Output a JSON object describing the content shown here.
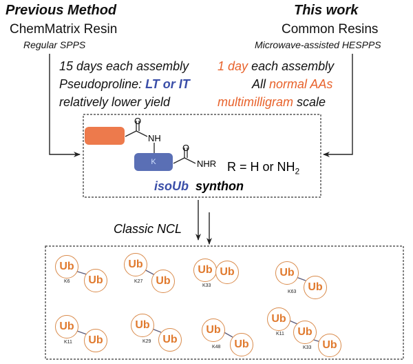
{
  "previous": {
    "title": "Previous Method",
    "resin": "ChemMatrix Resin",
    "method": "Regular SPPS",
    "line1": "15 days each assembly",
    "line2_prefix": "Pseudoproline:",
    "line2_highlight": "LT or IT",
    "line3": "relatively lower yield"
  },
  "this_work": {
    "title": "This work",
    "resin": "Common Resins",
    "method": "Microwave-assisted HESPPS",
    "line1_highlight": "1 day",
    "line1_rest": "each assembly",
    "line2_prefix": "All",
    "line2_highlight": "normal AAs",
    "line3_highlight": "multimilligram",
    "line3_rest": "scale"
  },
  "synthon": {
    "nh": "NH",
    "o1": "O",
    "k": "K",
    "o2": "O",
    "nhr": "NHR",
    "r_def_prefix": "R = H or NH",
    "r_def_sub": "2",
    "name_blue": "isoUb",
    "name_black": "synthon"
  },
  "ncl_label": "Classic NCL",
  "ub_label": "Ub",
  "products": [
    {
      "link": "K6"
    },
    {
      "link": "K27"
    },
    {
      "link": "K33"
    },
    {
      "link": "K63"
    },
    {
      "link": "K11"
    },
    {
      "link": "K29"
    },
    {
      "link": "K48"
    },
    {
      "link": "K11",
      "link2": "K33"
    }
  ],
  "colors": {
    "orange_block": "#ed7a4c",
    "blue_block": "#5a6fb5",
    "orange_text": "#e8622b",
    "blue_text": "#3a4ea8",
    "ub_circle": "#d98a4a"
  }
}
